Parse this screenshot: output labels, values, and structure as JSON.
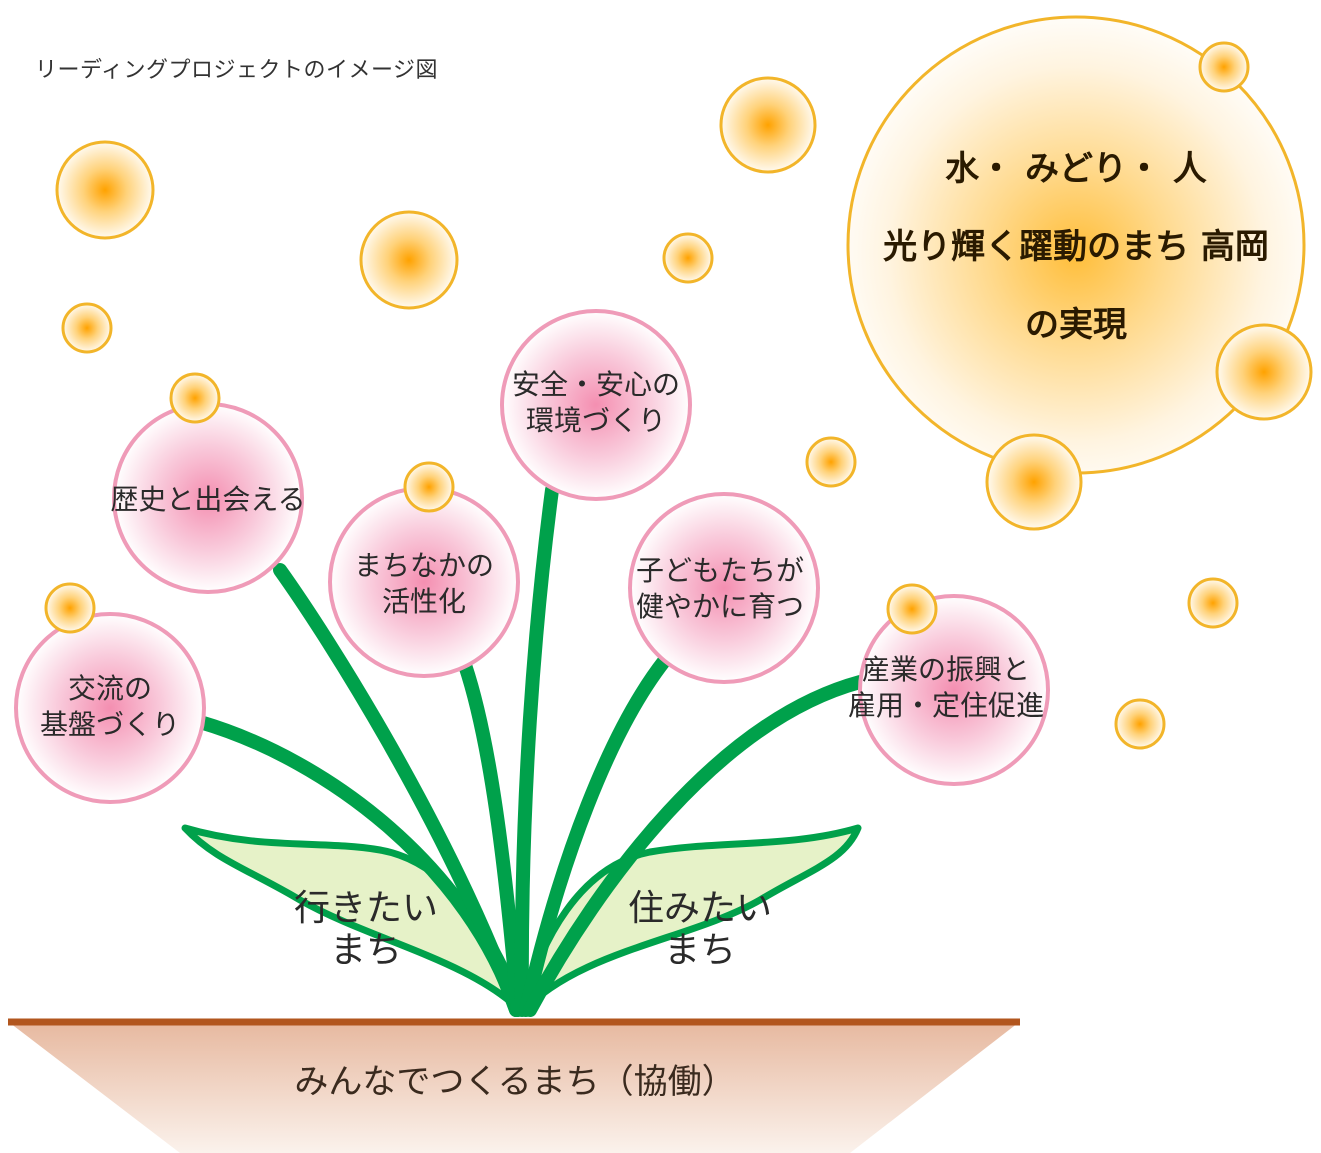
{
  "title": "リーディングプロジェクトのイメージ図",
  "goal": {
    "lines": [
      "水・ みどり・ 人",
      "光り輝く躍動のまち 高岡",
      "の実現"
    ]
  },
  "flowers": [
    {
      "id": "history",
      "lines": [
        "歴史と出会える"
      ]
    },
    {
      "id": "safety",
      "lines": [
        "安全・安心の",
        "環境づくり"
      ]
    },
    {
      "id": "downtown",
      "lines": [
        "まちなかの",
        "活性化"
      ]
    },
    {
      "id": "children",
      "lines": [
        "子どもたちが",
        "健やかに育つ"
      ]
    },
    {
      "id": "exchange",
      "lines": [
        "交流の",
        "基盤づくり"
      ]
    },
    {
      "id": "industry",
      "lines": [
        "産業の振興と",
        "雇用・定住促進"
      ]
    }
  ],
  "leaves": {
    "left": [
      "行きたい",
      "まち"
    ],
    "right": [
      "住みたい",
      "まち"
    ]
  },
  "soil": {
    "label": "みんなでつくるまち（協働）"
  },
  "colors": {
    "stem": "#00a14b",
    "leaf_fill": "#e6f2c8",
    "flower_border": "#ef9bb8",
    "flower_center": "#f48fb1",
    "orb_border": "#f2b52a",
    "orb_center": "#ffa200",
    "ground_line": "#b2561e",
    "soil_top": "#e7b9a0"
  }
}
